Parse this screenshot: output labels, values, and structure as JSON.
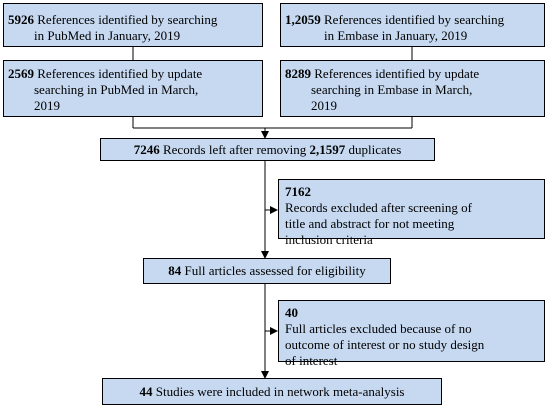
{
  "boxes": {
    "pubmed_jan": {
      "number": "5926",
      "line1": "References identified by searching",
      "line2": "in PubMed in January, 2019"
    },
    "embase_jan": {
      "number": "1,2059",
      "line1": "References identified by searching",
      "line2": "in Embase in January, 2019"
    },
    "pubmed_mar": {
      "number": "2569",
      "line1": "References identified by update",
      "line2": "searching in PubMed in March,",
      "line3": "2019"
    },
    "embase_mar": {
      "number": "8289",
      "line1": "References identified by update",
      "line2": "searching in Embase in March,",
      "line3": "2019"
    },
    "records_left": {
      "number": "7246",
      "text1": "Records left after removing",
      "number2": "2,1597",
      "text2": "duplicates"
    },
    "excluded_screening": {
      "number": "7162",
      "line1": "Records excluded after screening of",
      "line2": "title and abstract for not meeting",
      "line3": "inclusion criteria"
    },
    "full_assessed": {
      "number": "84",
      "text": "Full articles assessed for eligibility"
    },
    "excluded_full": {
      "number": "40",
      "line1": "Full articles excluded because of no",
      "line2": "outcome of interest or no study design",
      "line3": "of interest"
    },
    "included": {
      "number": "44",
      "text": "Studies were included in network meta-analysis"
    }
  },
  "colors": {
    "box_fill": "#c6d9f1",
    "border": "#000000",
    "arrow": "#000000"
  }
}
